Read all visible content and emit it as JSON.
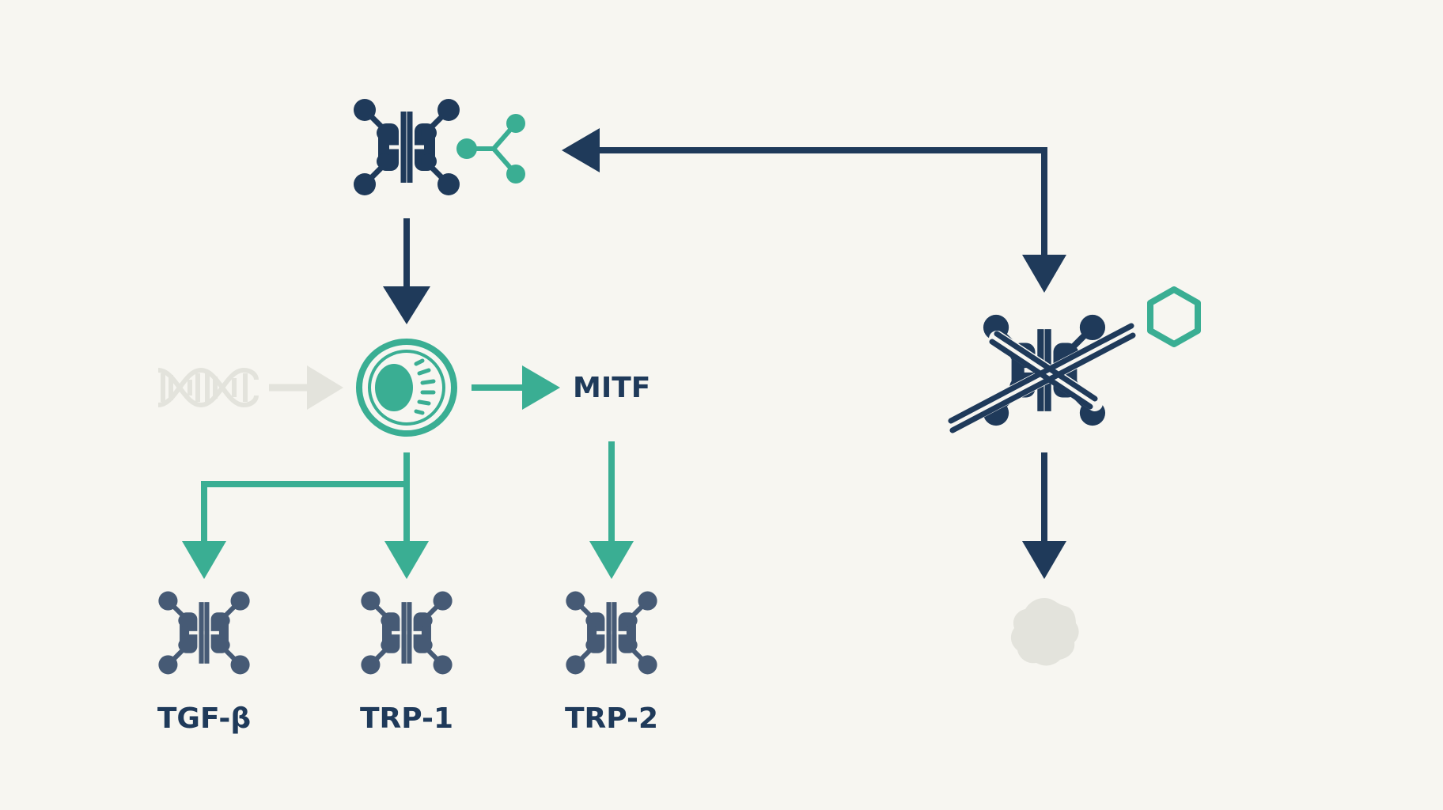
{
  "colors": {
    "background": "#f7f6f1",
    "navy": "#1f3a5a",
    "navy_light": "#465a75",
    "teal": "#3aae93",
    "faded": "#e3e3dc"
  },
  "nodes": {
    "receptor_top": {
      "icon": "receptor-ligand-complex-icon"
    },
    "dna": {
      "icon": "dna-helix-icon"
    },
    "cell": {
      "icon": "melanocyte-cell-icon"
    },
    "mitf": {
      "label": "MITF"
    },
    "tgf_beta": {
      "icon": "receptor-protein-icon",
      "label": "TGF-β"
    },
    "trp1": {
      "icon": "receptor-protein-icon",
      "label": "TRP-1"
    },
    "trp2": {
      "icon": "receptor-protein-icon",
      "label": "TRP-2"
    },
    "blocked_receptor": {
      "icon": "blocked-receptor-icon"
    },
    "inhibitor": {
      "icon": "hexagon-molecule-icon"
    },
    "faded_blob": {
      "icon": "faded-pigment-blob-icon"
    }
  }
}
